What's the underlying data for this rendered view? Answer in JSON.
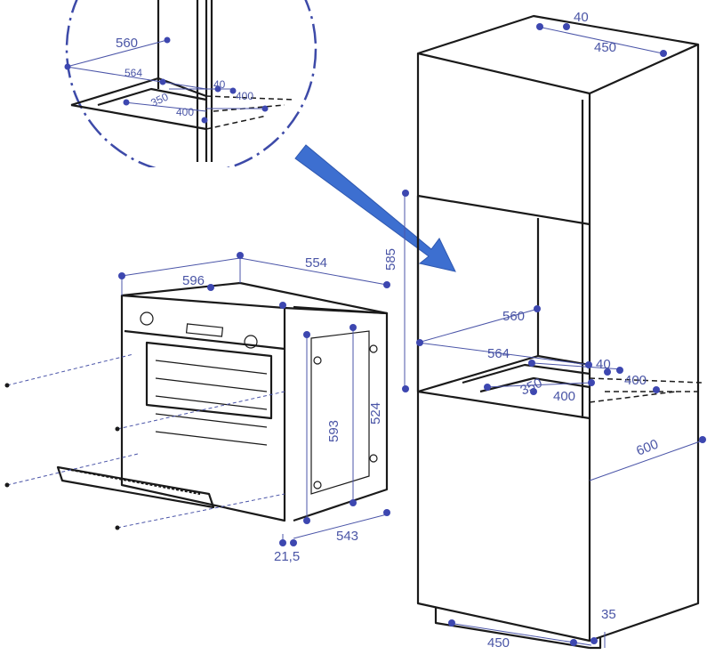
{
  "diagram": {
    "title": "Built-in oven installation dimensions (mm)",
    "colors": {
      "dimension": "#4b55a8",
      "arrow": "#3d6fd0",
      "outline": "#1a1a1a"
    },
    "cabinet": {
      "top_depth_offset": "40",
      "top_width": "450",
      "niche_height": "585",
      "niche_depth": "560",
      "niche_width": "564",
      "vent_offset": "40",
      "vent_width": "400",
      "vent_depth": "350",
      "vent_length": "400",
      "side_depth": "600",
      "plinth_height": "35",
      "plinth_width": "450"
    },
    "inset": {
      "niche_depth": "560",
      "niche_width": "564",
      "vent_offset": "40",
      "vent_width": "400",
      "vent_depth": "350",
      "vent_length": "400"
    },
    "oven": {
      "front_width": "596",
      "body_width": "554",
      "front_height": "593",
      "body_height": "524",
      "front_thickness": "21,5",
      "body_depth": "543"
    }
  }
}
